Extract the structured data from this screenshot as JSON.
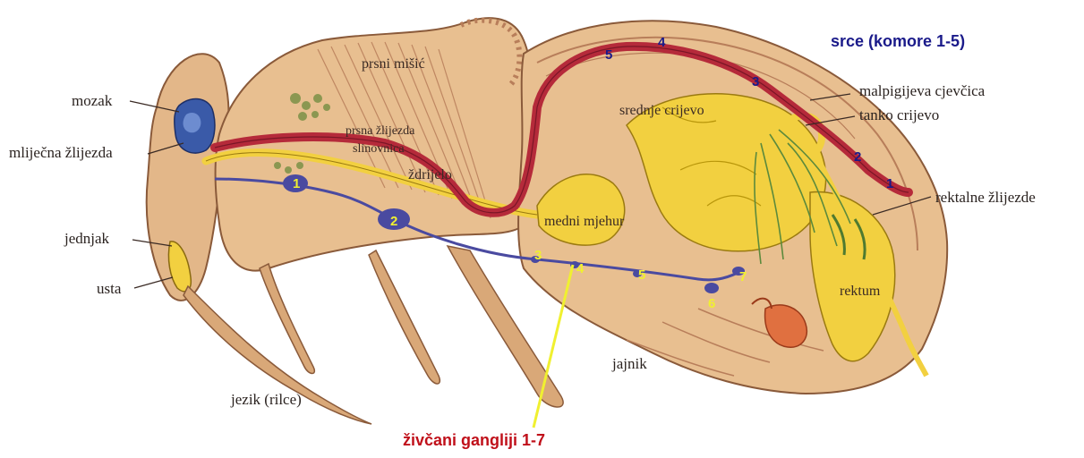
{
  "labels": {
    "mozak": "mozak",
    "mlijecna": "mliječna žlijezda",
    "jednjak": "jednjak",
    "usta": "usta",
    "jezik": "jezik (rilce)",
    "prsni_misic": "prsni mišić",
    "prsna_zlijezda": "prsna žlijezda",
    "slinovnica": "slinovnica",
    "zdrijelo": "ždrijelo",
    "medni_mjehur": "medni mjehur",
    "srednje_crijevo": "srednje crijevo",
    "malpigijeva": "malpigijeva cjevčica",
    "tanko_crijevo": "tanko crijevo",
    "rektalne": "rektalne žlijezde",
    "rektum": "rektum",
    "jajnik": "jajnik",
    "srce": "srce (komore 1-5)",
    "ganglij": "živčani gangliji 1-7"
  },
  "heart_chambers": [
    "1",
    "2",
    "3",
    "4",
    "5"
  ],
  "ganglia": [
    "1",
    "2",
    "3",
    "4",
    "5",
    "6",
    "7"
  ],
  "colors": {
    "body": "#e8bf90",
    "body_edge": "#8a5a3a",
    "gut": "#f2d040",
    "heart": "#b52a3a",
    "nerve": "#4a4aa0",
    "brain": "#3a5aa8",
    "srce_label": "#1a1a8a",
    "ganglij_label": "#c0101a",
    "pointer": "#f0f030"
  }
}
